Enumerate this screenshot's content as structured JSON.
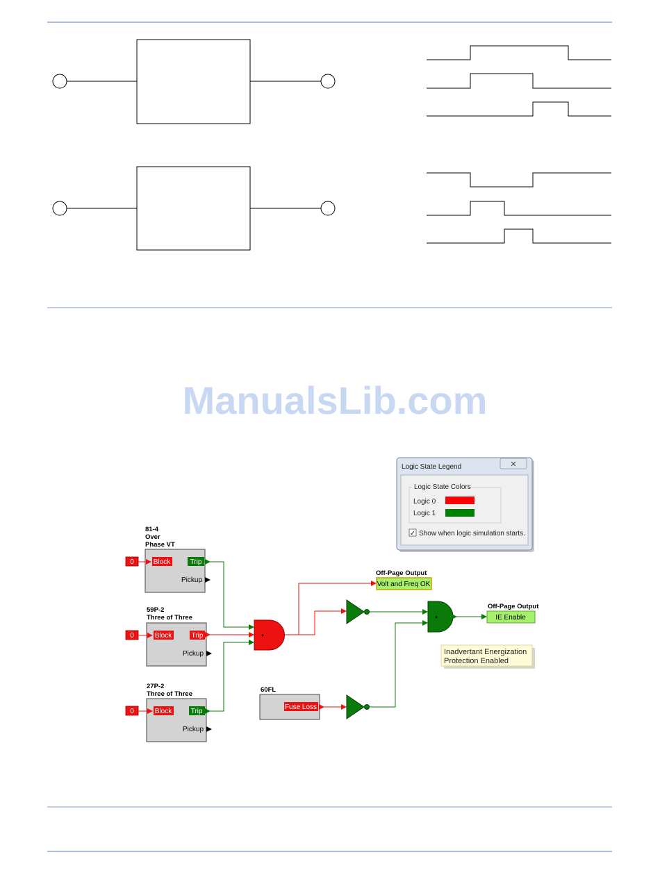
{
  "watermark": "ManualsLib.com",
  "blocks": {
    "b81": {
      "code": "81-4",
      "line1": "Over",
      "line2": "Phase VT",
      "in": "0",
      "block": "Block",
      "trip": "Trip",
      "pickup": "Pickup"
    },
    "b59": {
      "code": "59P-2",
      "line1": "Three of Three",
      "in": "0",
      "block": "Block",
      "trip": "Trip",
      "pickup": "Pickup"
    },
    "b27": {
      "code": "27P-2",
      "line1": "Three of Three",
      "in": "0",
      "block": "Block",
      "trip": "Trip",
      "pickup": "Pickup"
    },
    "b60": {
      "code": "60FL",
      "out": "Fuse Loss"
    }
  },
  "outputs": {
    "o1": {
      "header": "Off-Page Output",
      "label": "Volt and Freq OK"
    },
    "o2": {
      "header": "Off-Page Output",
      "label": "IE Enable"
    }
  },
  "note": {
    "line1": "Inadvertant Energization",
    "line2": "Protection Enabled"
  },
  "legend": {
    "title": "Logic State Legend",
    "group": "Logic State Colors",
    "logic0": "Logic 0",
    "logic1": "Logic 1",
    "checkbox": "Show when logic simulation starts.",
    "checked": true,
    "color0": "#ff0000",
    "color1": "#008000"
  },
  "colors": {
    "red": "#ee1111",
    "green": "#0a7a0a",
    "rule": "#a8bde0",
    "output_fill": "#a6f06a"
  }
}
